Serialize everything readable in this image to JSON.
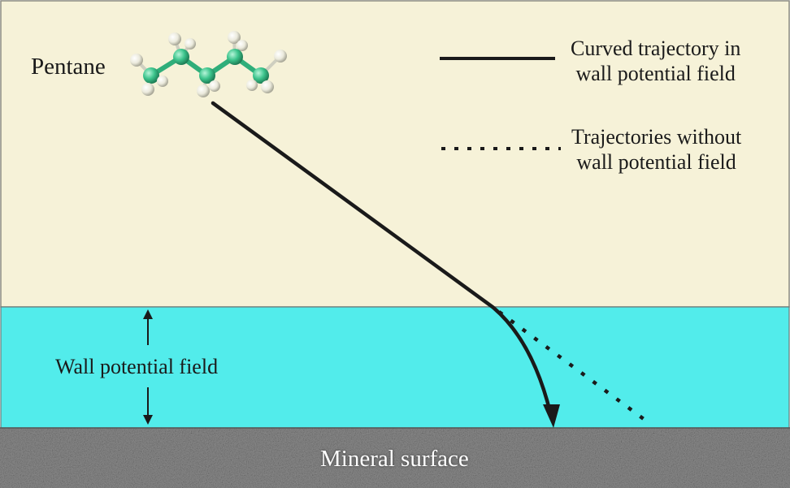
{
  "molecule": {
    "label": "Pentane",
    "icon": "pentane-molecule-icon"
  },
  "legend": {
    "curved": {
      "line1": "Curved trajectory in",
      "line2": "wall potential field",
      "style": "solid"
    },
    "dotted": {
      "line1": "Trajectories without",
      "line2": "wall potential field",
      "style": "dotted"
    }
  },
  "regions": {
    "fluid": {
      "color": "#f6f2d8"
    },
    "wall_field": {
      "label": "Wall potential field",
      "color": "#52eceb"
    },
    "mineral": {
      "label": "Mineral surface",
      "color": "#8d8d8d"
    }
  },
  "colors": {
    "trajectory": "#1a1a1a",
    "carbon": "#3cc48c",
    "hydrogen": "#ebeadc"
  }
}
